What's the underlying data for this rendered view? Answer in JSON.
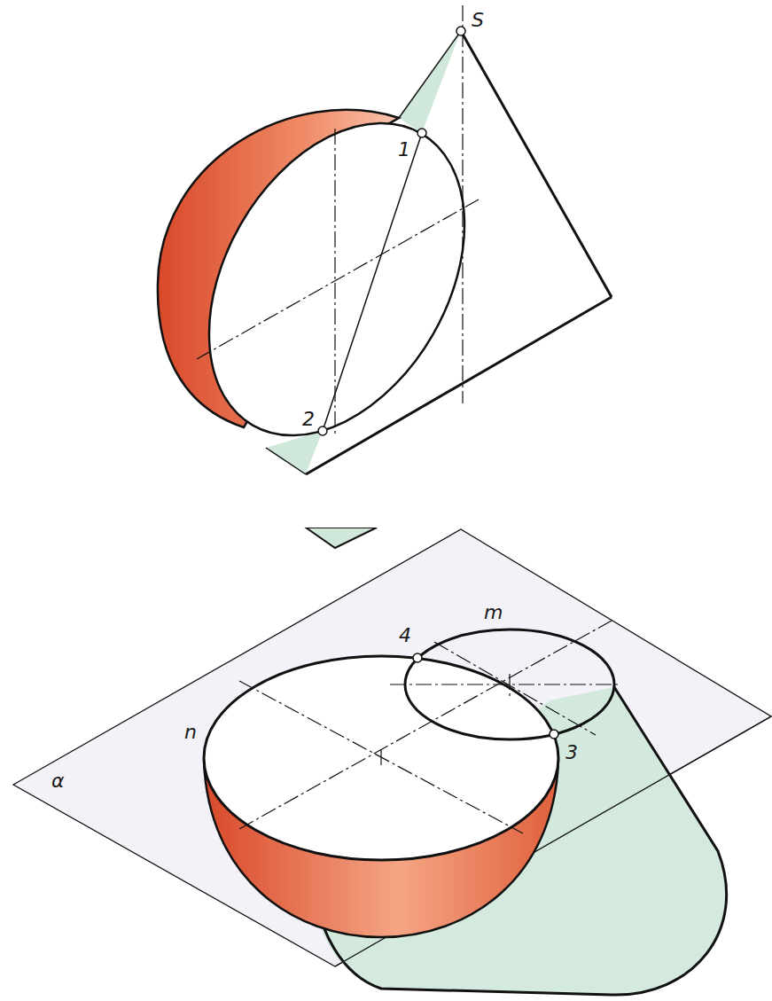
{
  "diagram": {
    "labels": [
      "S",
      "1",
      "2",
      "4",
      "m",
      "n",
      "3",
      "α"
    ]
  }
}
